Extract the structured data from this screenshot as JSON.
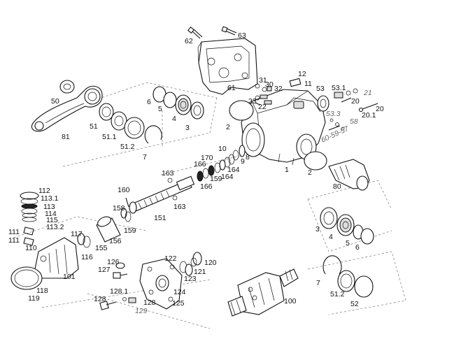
{
  "diagram": {
    "labels": {
      "p62": "62",
      "p63": "63",
      "p61": "61",
      "p12": "12",
      "p11": "11",
      "p31": "31",
      "p30": "30",
      "p32": "32",
      "p23": "23",
      "p22": "22",
      "p53": "53",
      "p53_1": "53.1",
      "p21": "21",
      "p20": "20",
      "p20b": "20",
      "p20_1": "20.1",
      "p53_3": "53.3",
      "p58": "58",
      "p60_59_57": "60-59-57",
      "p50": "50",
      "p81": "81",
      "p6": "6",
      "p5": "5",
      "p4": "4",
      "p3": "3",
      "p51": "51",
      "p51_1": "51.1",
      "p51_2": "51.2",
      "p7": "7",
      "p2": "2",
      "p1": "1",
      "p2b": "2",
      "p80": "80",
      "p10": "10",
      "p9": "9",
      "p8": "8",
      "p170": "170",
      "p166": "166",
      "p164": "164",
      "p164b": "164",
      "p159": "159",
      "p166b": "166",
      "p163": "163",
      "p163b": "163",
      "p160": "160",
      "p158": "158",
      "p159b": "159",
      "p151": "151",
      "p112": "112",
      "p113_1": "113.1",
      "p113": "113",
      "p114": "114",
      "p115": "115",
      "p113_2": "113.2",
      "p111": "111",
      "p111b": "111",
      "p110": "110",
      "p117": "117",
      "p116": "116",
      "p155": "155",
      "p156": "156",
      "p101": "101",
      "p118": "118",
      "p119": "119",
      "p126": "126",
      "p127": "127",
      "p122": "122",
      "p120": "120",
      "p121": "121",
      "p123": "123",
      "p124": "124",
      "p125": "125",
      "p128_1": "128.1",
      "p128": "128",
      "p128b": "128",
      "p129": "129",
      "p100": "100",
      "r3": "3",
      "r4": "4",
      "r5": "5",
      "r6": "6",
      "r7": "7",
      "r51_2": "51.2",
      "r52": "52"
    }
  }
}
